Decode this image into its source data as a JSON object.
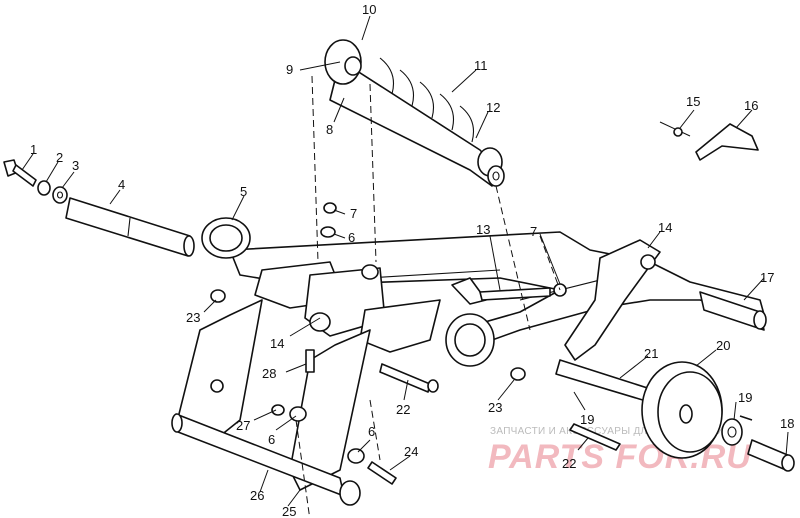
{
  "diagram": {
    "callouts": [
      {
        "id": "c1",
        "text": "1"
      },
      {
        "id": "c2",
        "text": "2"
      },
      {
        "id": "c3",
        "text": "3"
      },
      {
        "id": "c4",
        "text": "4"
      },
      {
        "id": "c5",
        "text": "5"
      },
      {
        "id": "c6a",
        "text": "6"
      },
      {
        "id": "c6b",
        "text": "6"
      },
      {
        "id": "c6c",
        "text": "6"
      },
      {
        "id": "c7a",
        "text": "7"
      },
      {
        "id": "c7b",
        "text": "7"
      },
      {
        "id": "c8",
        "text": "8"
      },
      {
        "id": "c9",
        "text": "9"
      },
      {
        "id": "c10",
        "text": "10"
      },
      {
        "id": "c11",
        "text": "11"
      },
      {
        "id": "c12",
        "text": "12"
      },
      {
        "id": "c13",
        "text": "13"
      },
      {
        "id": "c14a",
        "text": "14"
      },
      {
        "id": "c14b",
        "text": "14"
      },
      {
        "id": "c15",
        "text": "15"
      },
      {
        "id": "c16",
        "text": "16"
      },
      {
        "id": "c17",
        "text": "17"
      },
      {
        "id": "c18",
        "text": "18"
      },
      {
        "id": "c19a",
        "text": "19"
      },
      {
        "id": "c19b",
        "text": "19"
      },
      {
        "id": "c20",
        "text": "20"
      },
      {
        "id": "c21",
        "text": "21"
      },
      {
        "id": "c22a",
        "text": "22"
      },
      {
        "id": "c22b",
        "text": "22"
      },
      {
        "id": "c23a",
        "text": "23"
      },
      {
        "id": "c23b",
        "text": "23"
      },
      {
        "id": "c24",
        "text": "24"
      },
      {
        "id": "c25",
        "text": "25"
      },
      {
        "id": "c26",
        "text": "26"
      },
      {
        "id": "c27",
        "text": "27"
      },
      {
        "id": "c28",
        "text": "28"
      }
    ]
  },
  "watermark": {
    "tagline": "ЗАПЧАСТИ И АКСЕССУАРЫ ДЛЯ МОТОТЕХНИКИ",
    "brand": "PARTS FOR.RU"
  }
}
